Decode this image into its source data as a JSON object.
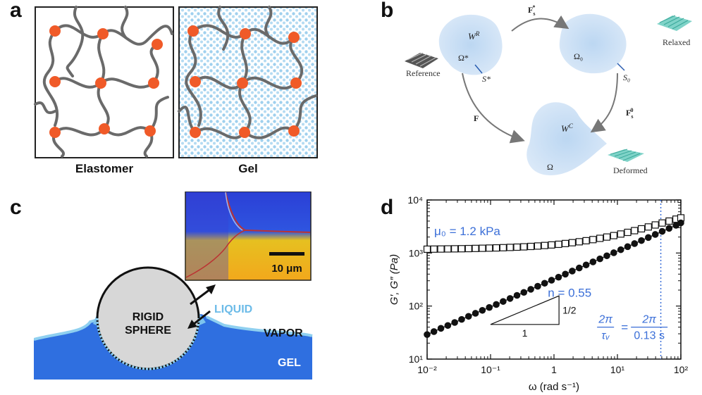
{
  "panel_a": {
    "letter": "a",
    "left_caption": "Elastomer",
    "right_caption": "Gel"
  },
  "panel_b": {
    "letter": "b",
    "reference_label": "Reference",
    "relaxed_label": "Relaxed",
    "deformed_label": "Deformed",
    "wr": "W",
    "wr_sup": "R",
    "wc": "W",
    "wc_sup": "C",
    "omega_star": "Ω*",
    "omega0": "Ω₀",
    "omega": "Ω",
    "s_star": "S*",
    "s0": "S₀",
    "f_label": "F",
    "fs_star": "F",
    "fs_star_sub": "s",
    "fs_star_sup": "*",
    "fs0": "F",
    "fs0_sub": "s",
    "fs0_sup": "0"
  },
  "panel_c": {
    "letter": "c",
    "sphere_line1": "RIGID",
    "sphere_line2": "SPHERE",
    "liquid": "LIQUID",
    "vapor": "VAPOR",
    "gel": "GEL",
    "scale_bar": "10 μm",
    "colors": {
      "gel": "#2f6fe0",
      "liquid": "#7cc3ee",
      "sphere": "#d7d7d7"
    }
  },
  "panel_d": {
    "letter": "d",
    "mu0_label": "μ₀ = 1.2 kPa",
    "n_label": "n = 0.55",
    "slope_rise": "1/2",
    "slope_run": "1",
    "ratio_left_num": "2π",
    "ratio_left_den": "τᵥ",
    "ratio_eq": "=",
    "ratio_right_num": "2π",
    "ratio_right_den": "0.13 s"
  },
  "chart_data": {
    "type": "scatter",
    "title": "",
    "xlabel": "ω (rad s⁻¹)",
    "ylabel": "G′, G″ (Pa)",
    "x_scale": "log",
    "y_scale": "log",
    "xlim": [
      0.01,
      100
    ],
    "ylim": [
      10,
      10000
    ],
    "x_ticks": [
      "10⁻²",
      "10⁻¹",
      "1",
      "10¹",
      "10²"
    ],
    "y_ticks": [
      "10¹",
      "10²",
      "10³",
      "10⁴"
    ],
    "vline_x": 48.3,
    "vline_style": "dotted blue",
    "series": [
      {
        "marker": "open-square",
        "x": [
          0.01,
          0.0128,
          0.0165,
          0.0212,
          0.0272,
          0.035,
          0.045,
          0.0578,
          0.0743,
          0.0955,
          0.123,
          0.158,
          0.203,
          0.261,
          0.335,
          0.431,
          0.554,
          0.712,
          0.915,
          1.18,
          1.51,
          1.94,
          2.5,
          3.21,
          4.12,
          5.3,
          6.81,
          8.76,
          11.3,
          14.5,
          18.6,
          23.9,
          30.7,
          39.5,
          50.8,
          65.3,
          83.9,
          100
        ],
        "y": [
          1180,
          1185,
          1190,
          1195,
          1200,
          1205,
          1212,
          1220,
          1228,
          1238,
          1248,
          1260,
          1275,
          1290,
          1308,
          1330,
          1355,
          1385,
          1420,
          1460,
          1510,
          1565,
          1630,
          1705,
          1790,
          1890,
          2000,
          2130,
          2280,
          2450,
          2640,
          2860,
          3100,
          3380,
          3680,
          4000,
          4350,
          4600
        ]
      },
      {
        "marker": "filled-circle",
        "x": [
          0.01,
          0.0128,
          0.0165,
          0.0212,
          0.0272,
          0.035,
          0.045,
          0.0578,
          0.0743,
          0.0955,
          0.123,
          0.158,
          0.203,
          0.261,
          0.335,
          0.431,
          0.554,
          0.712,
          0.915,
          1.18,
          1.51,
          1.94,
          2.5,
          3.21,
          4.12,
          5.3,
          6.81,
          8.76,
          11.3,
          14.5,
          18.6,
          23.9,
          30.7,
          39.5,
          50.8,
          65.3,
          83.9,
          100
        ],
        "y": [
          29,
          33,
          38,
          43,
          49,
          56,
          64,
          73,
          83,
          94,
          107,
          122,
          139,
          159,
          181,
          207,
          236,
          269,
          307,
          350,
          400,
          457,
          522,
          596,
          680,
          776,
          886,
          1011,
          1154,
          1318,
          1504,
          1717,
          1960,
          2238,
          2555,
          2917,
          3330,
          3700
        ]
      }
    ]
  }
}
